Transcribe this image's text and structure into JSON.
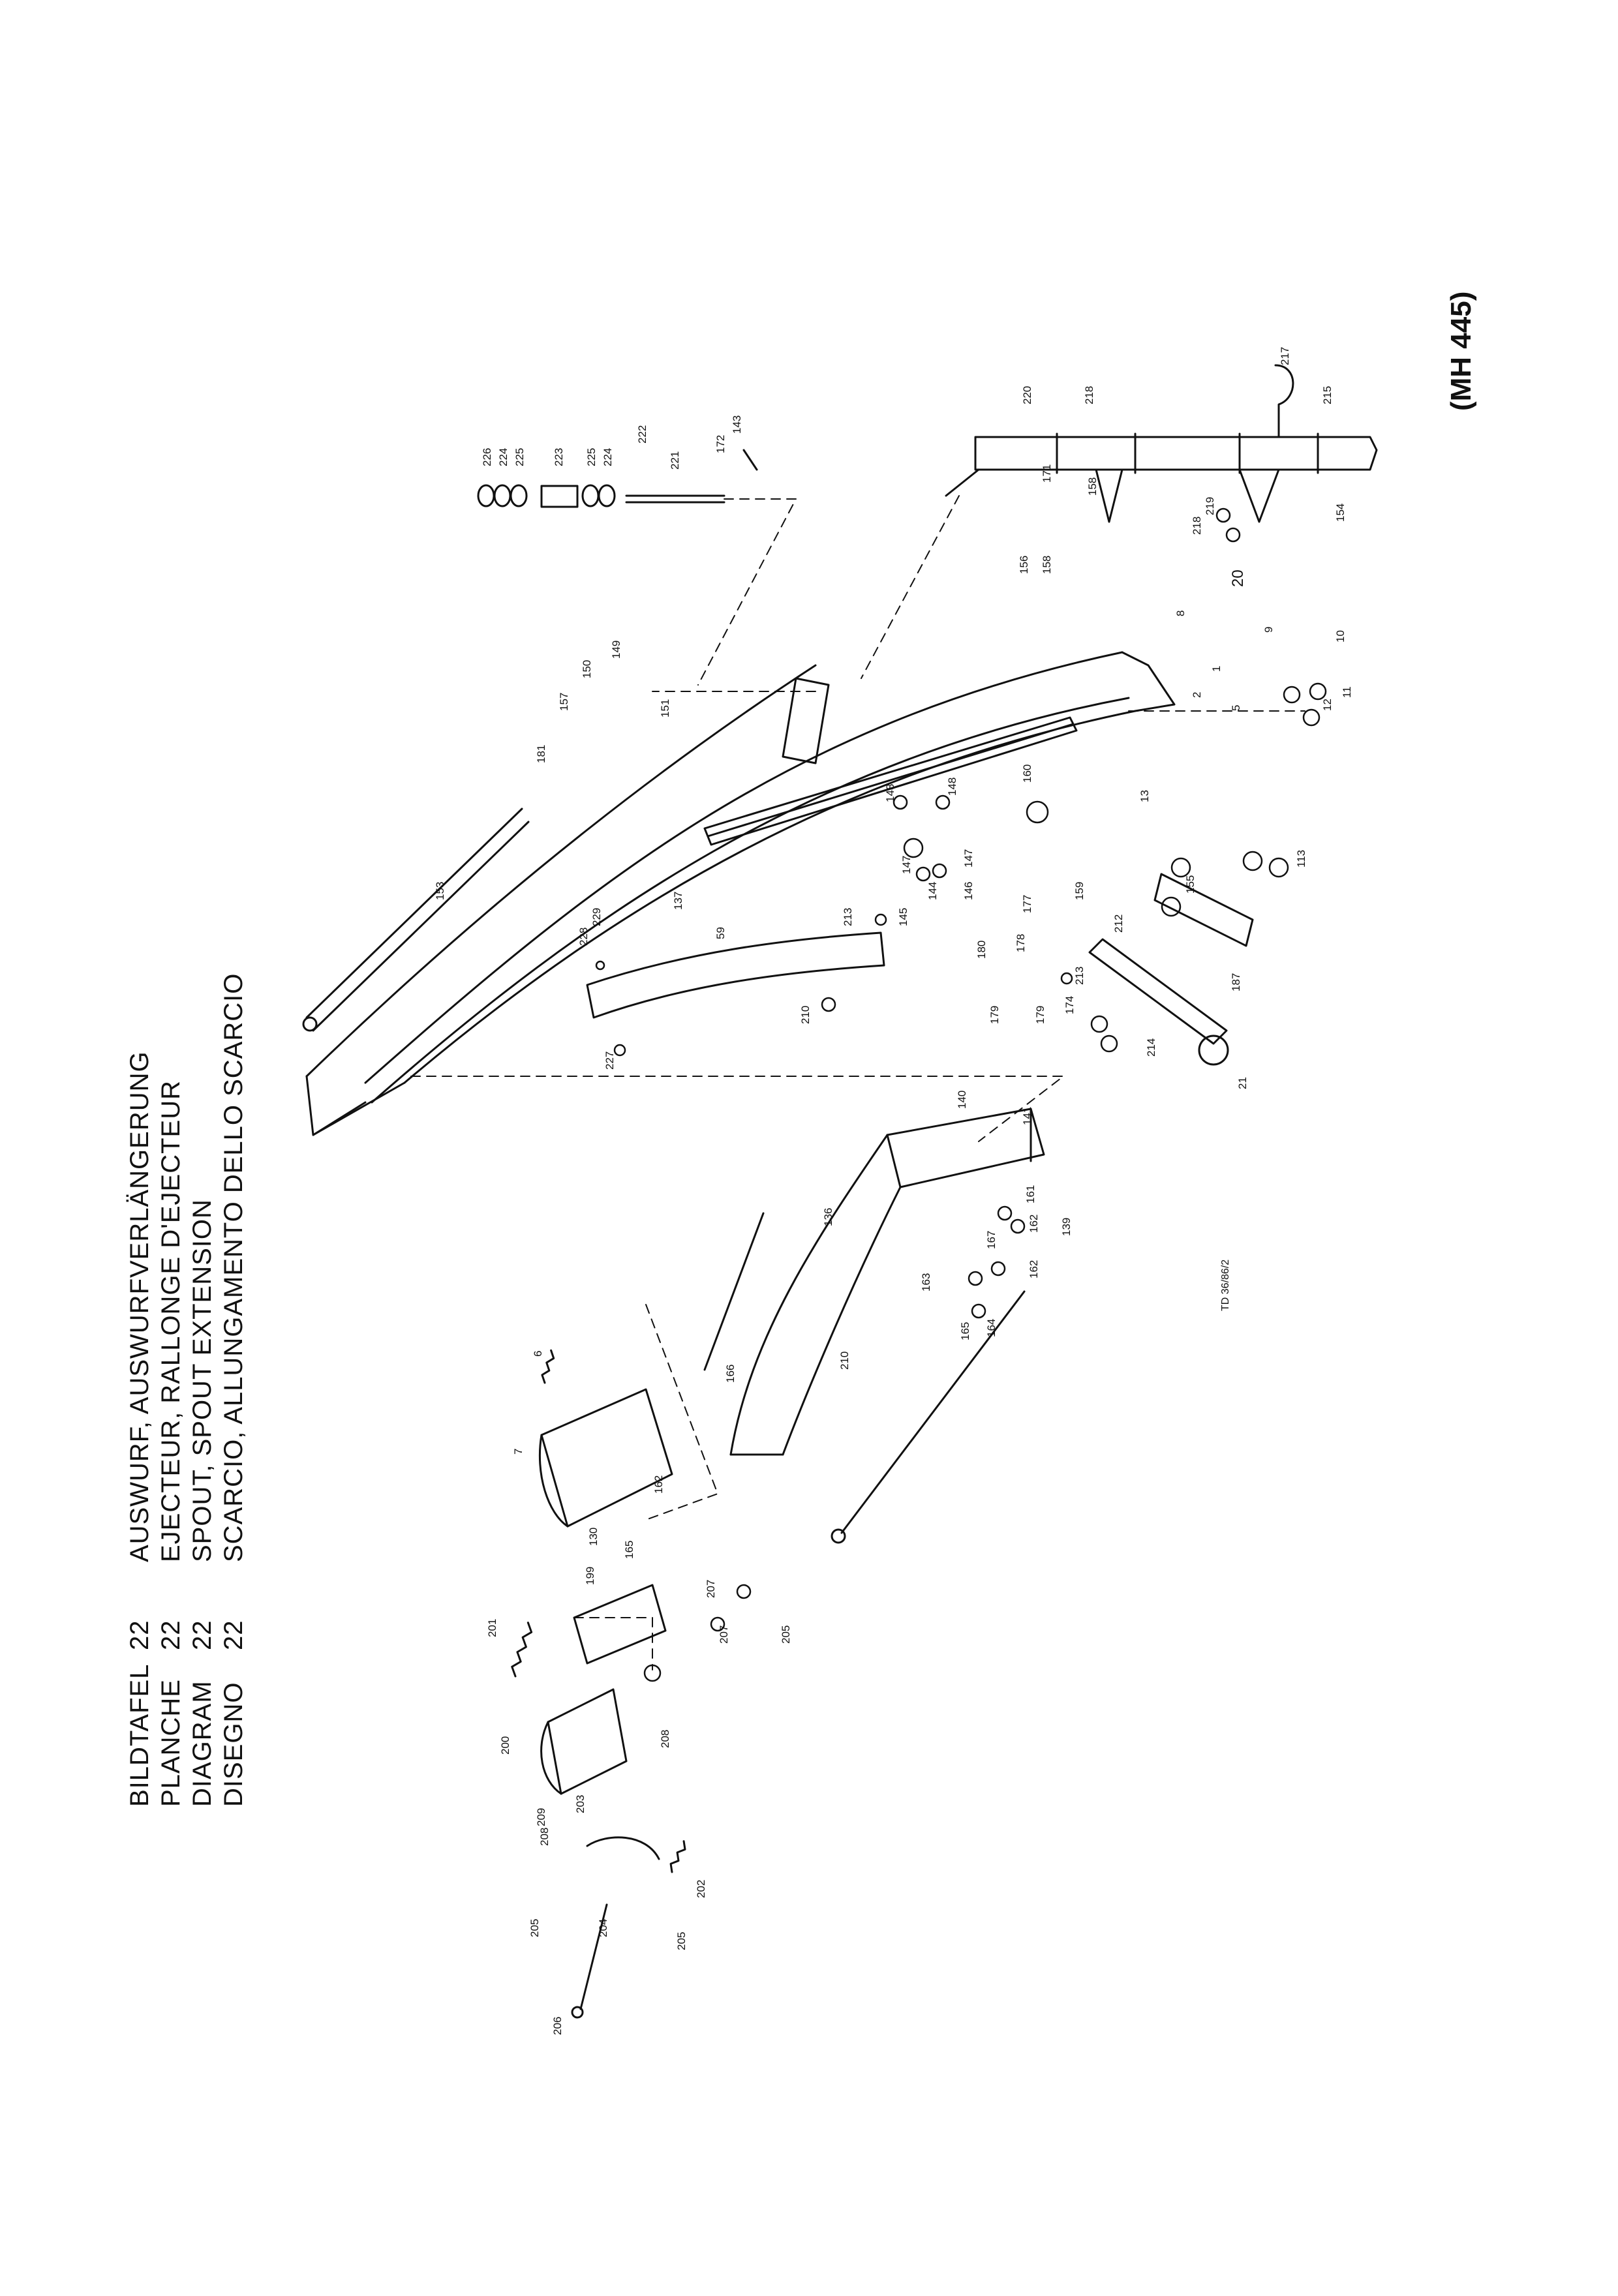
{
  "header": {
    "rows": [
      {
        "label": "BILDTAFEL",
        "number": "22",
        "title": "AUSWURF, AUSWURFVERLÄNGERUNG"
      },
      {
        "label": "PLANCHE",
        "number": "22",
        "title": "EJECTEUR, RALLONGE D'EJECTEUR"
      },
      {
        "label": "DIAGRAM",
        "number": "22",
        "title": "SPOUT, SPOUT EXTENSION"
      },
      {
        "label": "DISEGNO",
        "number": "22",
        "title": "SCARCIO, ALLUNGAMENTO DELLO SCARCIO"
      }
    ]
  },
  "model_code": "(MH 445)",
  "document_ref": "TD 36/86/2",
  "part_numbers": [
    "226",
    "224",
    "225",
    "223",
    "225",
    "224",
    "222",
    "221",
    "172",
    "143",
    "220",
    "218",
    "217",
    "215",
    "171",
    "158",
    "156",
    "158",
    "154",
    "218",
    "219",
    "150",
    "149",
    "157",
    "151",
    "181",
    "153",
    "20",
    "8",
    "9",
    "10",
    "12",
    "11",
    "1",
    "2",
    "5",
    "13",
    "148",
    "148",
    "160",
    "147",
    "144",
    "147",
    "146",
    "145",
    "159",
    "177",
    "155",
    "113",
    "137",
    "59",
    "229",
    "228",
    "213",
    "212",
    "210",
    "180",
    "179",
    "178",
    "179",
    "174",
    "213",
    "214",
    "187",
    "21",
    "227",
    "140",
    "141",
    "136",
    "139",
    "162",
    "161",
    "167",
    "163",
    "162",
    "165",
    "164",
    "166",
    "6",
    "210",
    "7",
    "130",
    "162",
    "165",
    "201",
    "199",
    "207",
    "207",
    "205",
    "200",
    "208",
    "203",
    "209",
    "208",
    "202",
    "205",
    "204",
    "205",
    "206"
  ]
}
